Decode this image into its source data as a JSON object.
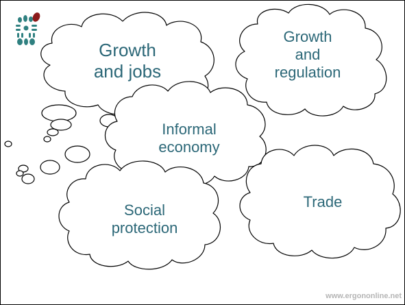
{
  "logo": {
    "icon": "dotted-grid-logo-icon",
    "colors": [
      "#2f8080",
      "#8b1a1a"
    ]
  },
  "clouds": {
    "growth_jobs": "Growth\nand jobs",
    "growth_regulation": "Growth\nand\nregulation",
    "informal_economy": "Informal\neconomy",
    "social_protection": "Social\nprotection",
    "trade": "Trade"
  },
  "footer": {
    "url": "www.ergononline.net"
  },
  "colors": {
    "text": "#2b6777",
    "outline": "#000000",
    "fill": "#ffffff"
  }
}
